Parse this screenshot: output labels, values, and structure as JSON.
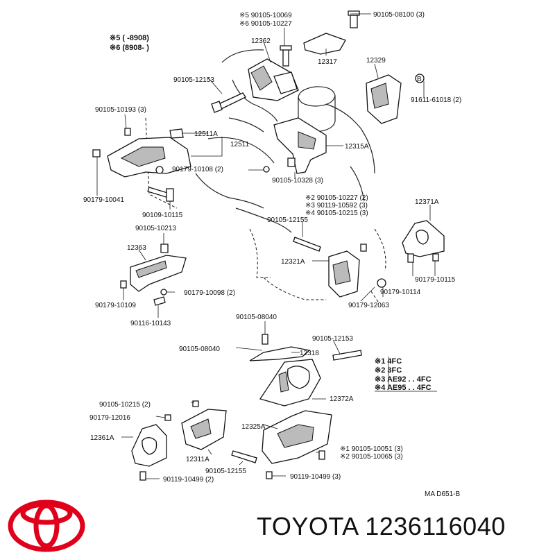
{
  "labels": {
    "n1": "※5 90105-10069",
    "n2": "※6 90105-10227",
    "n3": "90105-08100 (3)",
    "n4": "※5 (       -8908)",
    "n5": "※6 (8908-       )",
    "n6": "12362",
    "n7": "12317",
    "n8": "12329",
    "n9": "B",
    "n10": "90105-12153",
    "n11": "91611-61018 (2)",
    "n12": "90105-10193 (3)",
    "n13": "12511A",
    "n14": "12511",
    "n15": "12315A",
    "n16": "90179-10108 (2)",
    "n17": "90105-10328 (3)",
    "n18": "90179-10041",
    "n19": "90109-10115",
    "n20": "※2 90105-10227 (2)",
    "n21": "※3 90119-10592 (3)",
    "n22": "※4 90105-10215 (3)",
    "n23": "12371A",
    "n24": "90105-10213",
    "n25": "90105-12155",
    "n26": "12363",
    "n27": "12321A",
    "n28": "90179-10115",
    "n29": "90179-10114",
    "n30": "90179-10098 (2)",
    "n31": "90179-10109",
    "n32": "90179-12063",
    "n33": "90116-10143",
    "n34": "90105-08040",
    "n35": "90105-08040",
    "n36": "90105-12153",
    "n37": "12318",
    "n38": "※1 4FC",
    "n39": "※2 3FC",
    "n40": "※3 AE92 . . 4FC",
    "n41": "※4 AE95 . . 4FC",
    "n42": "12372A",
    "n43": "90105-10215 (2)",
    "n44": "90179-12016",
    "n45": "12325A",
    "n46": "12361A",
    "n47": "※1   90105-10051 (3)",
    "n48": "※2   90105-10065 (3)",
    "n49": "12311A",
    "n50": "90105-12155",
    "n51": "90119-10499 (2)",
    "n52": "90119-10499 (3)",
    "n53": "MA  D651-B"
  },
  "brand": {
    "text": "TOYOTA 1236116040",
    "logo": "toyota-logo",
    "logo_color": "#e0001b"
  }
}
